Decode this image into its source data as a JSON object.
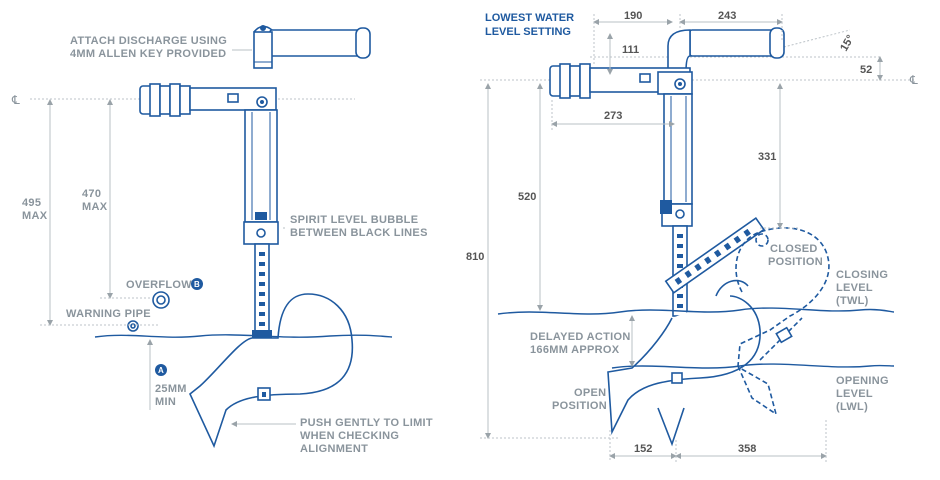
{
  "left": {
    "attach_line1": "ATTACH DISCHARGE USING",
    "attach_line2": "4MM ALLEN KEY PROVIDED",
    "cl_symbol": "℄",
    "dim_495_line1": "495",
    "dim_495_line2": "MAX",
    "dim_470_line1": "470",
    "dim_470_line2": "MAX",
    "spirit_line1": "SPIRIT LEVEL BUBBLE",
    "spirit_line2": "BETWEEN BLACK LINES",
    "overflow": "OVERFLOW",
    "overflow_marker": "B",
    "warning_pipe": "WARNING PIPE",
    "marker_a": "A",
    "min_line1": "25MM",
    "min_line2": "MIN",
    "push_line1": "PUSH GENTLY TO LIMIT",
    "push_line2": "WHEN CHECKING",
    "push_line3": "ALIGNMENT"
  },
  "right": {
    "lowest_line1": "LOWEST WATER",
    "lowest_line2": "LEVEL SETTING",
    "dim_190": "190",
    "dim_243": "243",
    "dim_111": "111",
    "angle": "15°",
    "dim_52": "52",
    "cl_symbol": "℄",
    "dim_273": "273",
    "dim_331": "331",
    "dim_520": "520",
    "dim_810": "810",
    "closed_line1": "CLOSED",
    "closed_line2": "POSITION",
    "closing_line1": "CLOSING",
    "closing_line2": "LEVEL",
    "closing_line3": "(TWL)",
    "delayed_line1": "DELAYED ACTION",
    "delayed_line2": "166MM APPROX",
    "open_line1": "OPEN",
    "open_line2": "POSITION",
    "opening_line1": "OPENING",
    "opening_line2": "LEVEL",
    "opening_line3": "(LWL)",
    "dim_152": "152",
    "dim_358": "358"
  }
}
